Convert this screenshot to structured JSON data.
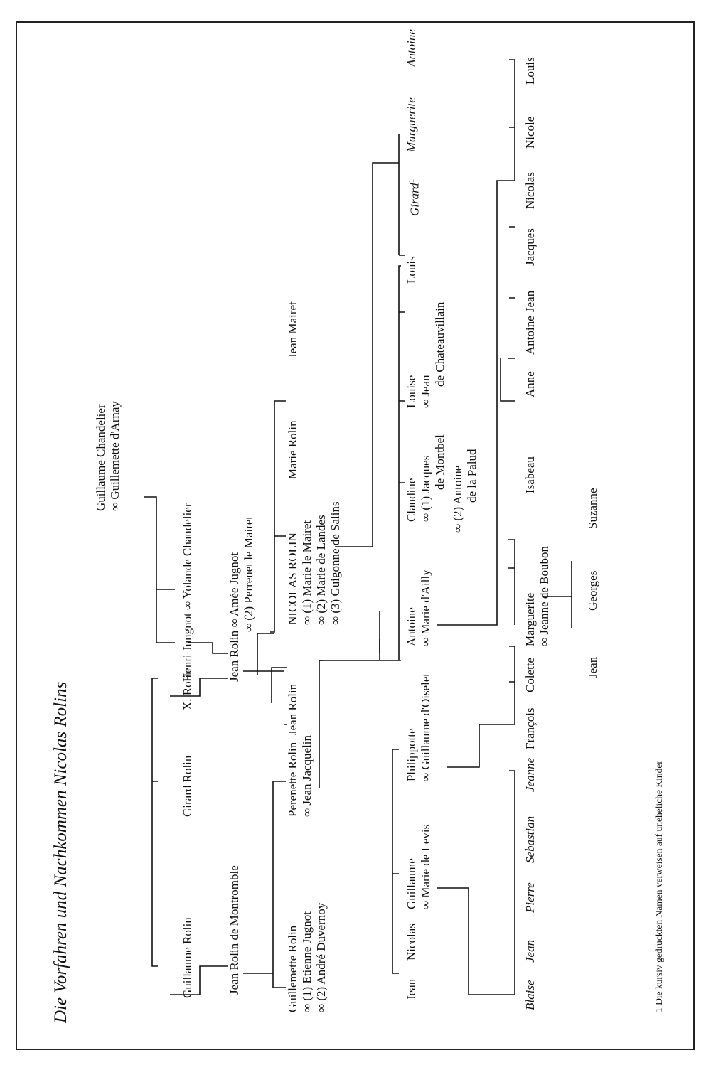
{
  "title": "Die Vorfahren und Nachkommen Nicolas Rolins",
  "footnote": "1 Die kursiv gedruckten Namen verweisen auf uneheliche Kinder",
  "people": {
    "guillaume_chandelier": "Guillaume Chandelier",
    "guillemette_darnay": "∞ Guillemette d'Arnay",
    "henri_jungnot": "Henri Jungnot ∞ Yolande Chandelier",
    "guillaume_rolin": "Guillaume Rolin",
    "girard_rolin_1": "Girard Rolin",
    "x_rolin": "X. Rolin",
    "jean_rolin_montromble": "Jean Rolin de Montromble",
    "jean_rolin_father": "Jean Rolin ∞ Amée Jugnot",
    "amee_second": "∞ (2) Perrenet le Mairet",
    "guillemette_rolin": "Guillemette Rolin",
    "guillemette_sp1": "∞ (1) Etienne Jugnot",
    "guillemette_sp2": "∞ (2) André Duvernoy",
    "perenette_rolin": "Perenette Rolin",
    "perenette_sp": "∞ Jean Jacquelin",
    "jean_rolin_brother": "Jean Rolin",
    "nicolas_rolin": "NICOLAS ROLIN",
    "nicolas_sp1": "∞ (1) Marie le Mairet",
    "nicolas_sp2": "∞ (2) Marie de Landes",
    "nicolas_sp3": "∞ (3) Guigonne de Salins",
    "marie_rolin": "Marie Rolin",
    "jean_mairet": "Jean Mairet",
    "c_jean": "Jean",
    "c_nicolas": "Nicolas",
    "c_guillaume": "Guillaume",
    "c_guillaume_sp": "∞ Marie de Levis",
    "c_philippotte": "Philippotte",
    "c_philippotte_sp": "∞ Guillaume d'Oiselet",
    "c_antoine": "Antoine",
    "c_antoine_sp": "∞ Marie d'Ailly",
    "c_claudine": "Claudine",
    "c_claudine_sp1a": "∞ (1) Jacques",
    "c_claudine_sp1b": "de Montbel",
    "c_claudine_sp2a": "∞ (2) Antoine",
    "c_claudine_sp2b": "de la Palud",
    "c_louise": "Louise",
    "c_louise_spa": "∞ Jean",
    "c_louise_spb": "de Chateauvillain",
    "c_louis": "Louis",
    "c_girard": "Girard",
    "c_girard_sup": "1",
    "c_marguerite": "Marguerite",
    "c_antoine_it": "Antoine",
    "g_blaise": "Blaise",
    "g_jean_it": "Jean",
    "g_pierre": "Pierre",
    "g_sebastian": "Sebastian",
    "g_jeanne": "Jeanne",
    "g_francois": "François",
    "g_colette": "Colette",
    "g_marguerite": "Marguerite",
    "g_marguerite_sp": "∞ Jeanne de Boubon",
    "g_isabeau": "Isabeau",
    "g_anne": "Anne",
    "g_antoine": "Antoine",
    "g_jean": "Jean",
    "g_jacques": "Jacques",
    "g_nicolas": "Nicolas",
    "g_nicole": "Nicole",
    "g_louis": "Louis",
    "gg_jean": "Jean",
    "gg_georges": "Georges",
    "gg_suzanne": "Suzanne"
  }
}
